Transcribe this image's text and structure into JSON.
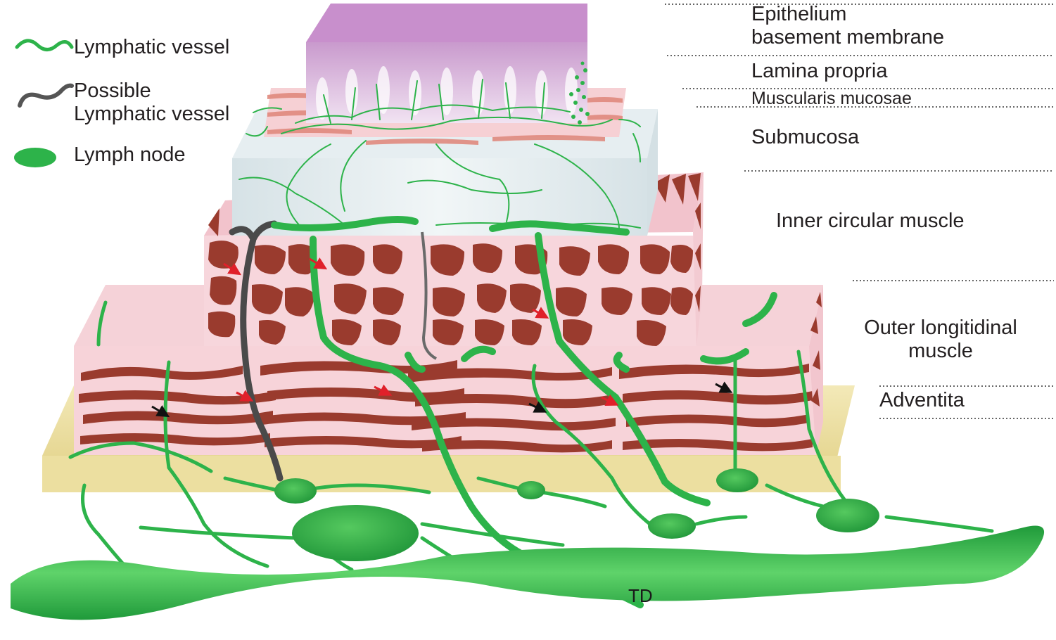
{
  "legend": {
    "lymphatic_vessel": "Lymphatic vessel",
    "possible_lymphatic_vessel_line1": "Possible",
    "possible_lymphatic_vessel_line2": "Lymphatic vessel",
    "lymph_node": "Lymph node"
  },
  "layers": {
    "epithelium": "Epithelium",
    "basement_membrane": "basement membrane",
    "lamina_propria": "Lamina propria",
    "muscularis_mucosae": "Muscularis mucosae",
    "submucosa": "Submucosa",
    "inner_circular_muscle": "Inner circular muscle",
    "outer_longitudinal_line1": "Outer longitidinal",
    "outer_longitudinal_line2": "muscle",
    "adventitia": "Adventita"
  },
  "thoracic_duct_label": "TD",
  "colors": {
    "lymph_green": "#2db34a",
    "lymph_green_dark": "#1f8f35",
    "possible_vessel_gray": "#555555",
    "epithelium_purple": "#d9b6dc",
    "muscle_brown": "#9a3b2e",
    "muscle_bg_pink": "#f7d3d9",
    "submucosa_gray": "#e3ebee",
    "adventitia_tan": "#efe3a8",
    "arrow_red": "#e0202a",
    "arrow_black": "#111111"
  }
}
